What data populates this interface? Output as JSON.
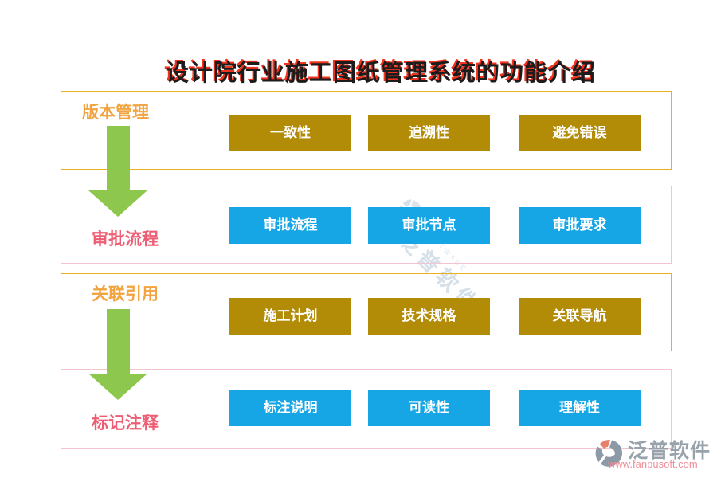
{
  "title": "设计院行业施工图纸管理系统的功能介绍",
  "sections": [
    {
      "label": "版本管理",
      "items": [
        "一致性",
        "追溯性",
        "避免错误"
      ]
    },
    {
      "label": "审批流程",
      "items": [
        "审批流程",
        "审批节点",
        "审批要求"
      ]
    },
    {
      "label": "关联引用",
      "items": [
        "施工计划",
        "技术规格",
        "关联导航"
      ]
    },
    {
      "label": "标记注释",
      "items": [
        "标注说明",
        "可读性",
        "理解性"
      ]
    }
  ],
  "watermark": {
    "text": "泛普软件",
    "subtext": "SOFTWARE"
  },
  "footer": {
    "brand": "泛普软件",
    "url": "www.fanpusoft.com"
  },
  "colors": {
    "title_red": "#f2331f",
    "gold_button": "#b28b07",
    "blue_button": "#16a6e5",
    "gold_border": "#e6b01e",
    "pink_border": "#f3c3cf",
    "gold_label": "#f2a440",
    "pink_label": "#ee5d73",
    "arrow_green": "#8dc74d",
    "brand_gray": "#98a2ab",
    "url_pink": "#ef8e99"
  }
}
